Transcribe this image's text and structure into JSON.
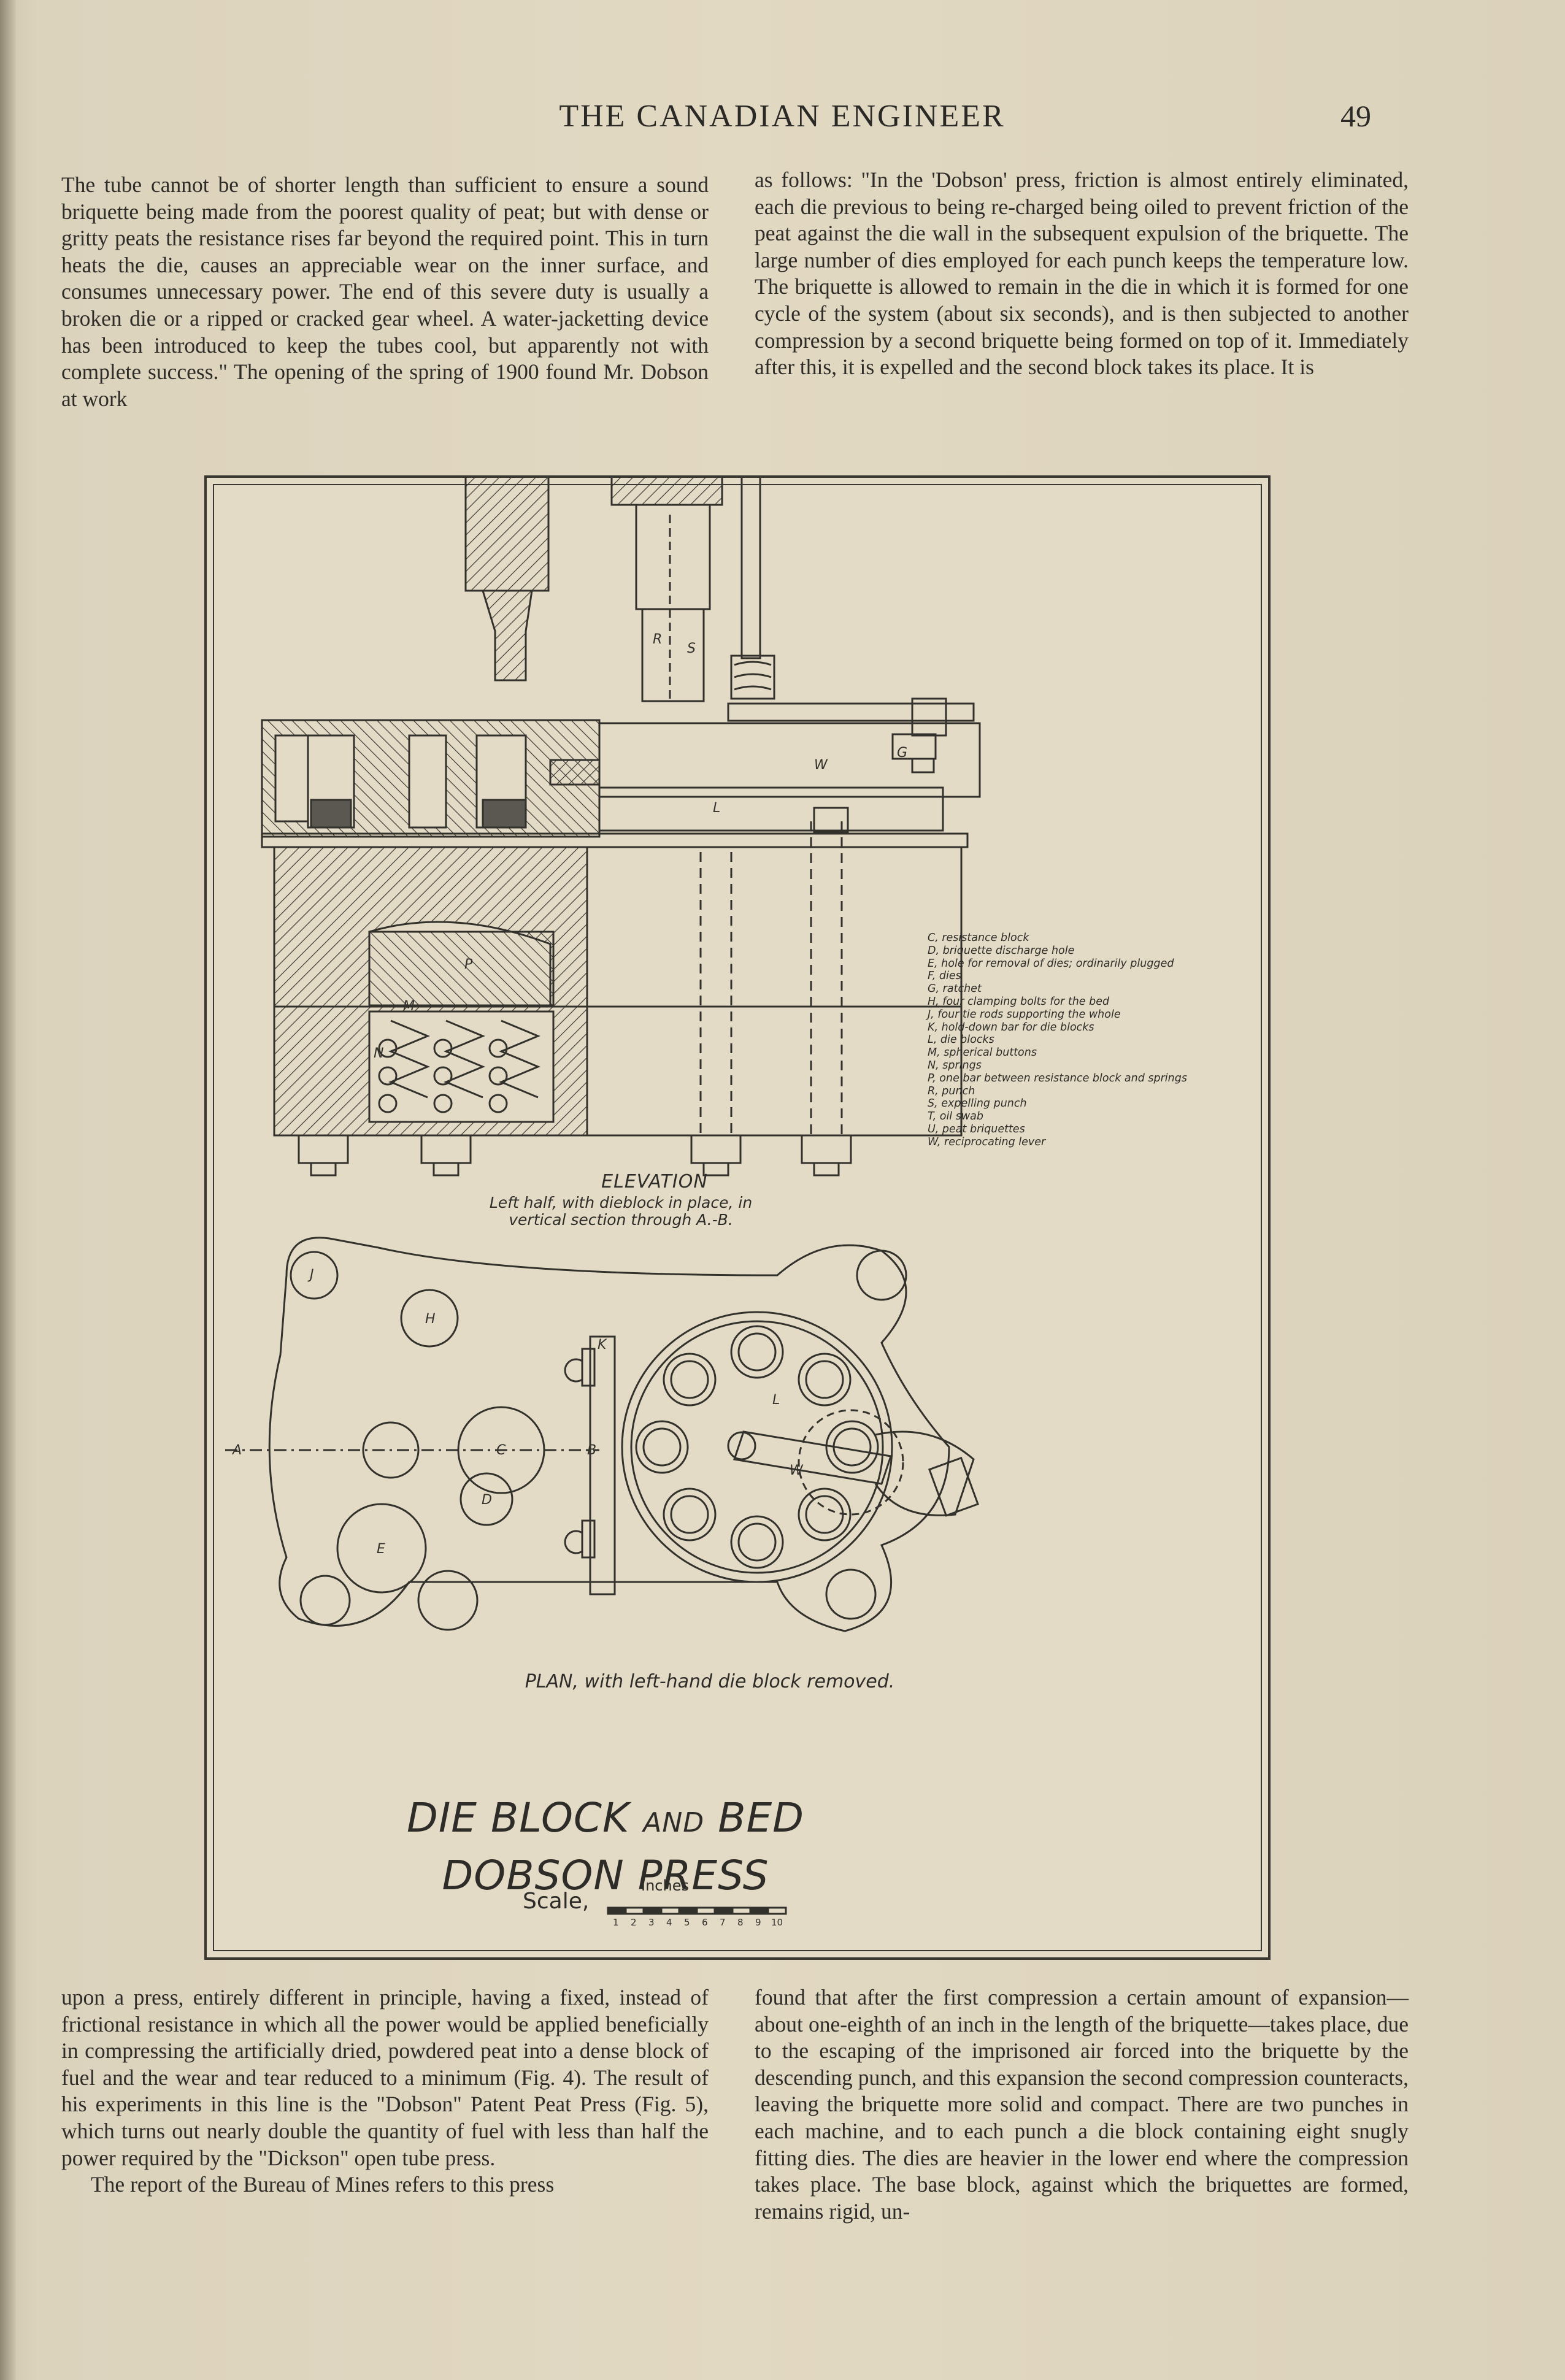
{
  "header": {
    "title": "THE CANADIAN ENGINEER",
    "page_number": "49"
  },
  "top_left_column": "The tube cannot be of shorter length than sufficient to ensure a sound briquette being made from the poorest quality of peat; but with dense or gritty peats the resistance rises far beyond the required point. This in turn heats the die, causes an appreciable wear on the inner surface, and consumes unnecessary power. The end of this severe duty is usually a broken die or a ripped or cracked gear wheel. A water-jacketting device has been introduced to keep the tubes cool, but apparently not with complete success.\" The opening of the spring of 1900 found Mr. Dobson at work",
  "top_right_column": "as follows: \"In the 'Dobson' press, friction is almost entirely eliminated, each die previous to being re-charged being oiled to prevent friction of the peat against the die wall in the subsequent expulsion of the briquette. The large number of dies employed for each punch keeps the temperature low. The briquette is allowed to remain in the die in which it is formed for one cycle of the system (about six seconds), and is then subjected to another compression by a second briquette being formed on top of it. Immediately after this, it is expelled and the second block takes its place. It is",
  "figure": {
    "elevation_caption": "ELEVATION",
    "elevation_subcaption_1": "Left half, with dieblock in place, in",
    "elevation_subcaption_2": "vertical section through A.-B.",
    "plan_caption": "PLAN, with left-hand die block removed.",
    "title_line1_a": "DIE BLOCK",
    "title_line1_b": "AND",
    "title_line1_c": "BED",
    "title_line2": "DOBSON PRESS",
    "scale_label": "Scale,",
    "scale_unit": "Inches",
    "scale_ticks": [
      "1",
      "2",
      "3",
      "4",
      "5",
      "6",
      "7",
      "8",
      "9",
      "10"
    ],
    "legend": [
      "C, resistance block",
      "D, briquette discharge hole",
      "E, hole for removal of dies; ordinarily plugged",
      "F, dies",
      "G, ratchet",
      "H, four clamping bolts for the bed",
      "J, four tie rods supporting the whole",
      "K, hold-down bar for die blocks",
      "L, die blocks",
      "M, spherical buttons",
      "N, springs",
      "P, one bar between resistance block and springs",
      "R, punch",
      "S, expelling punch",
      "T, oil swab",
      "U, peat briquettes",
      "W, reciprocating lever"
    ],
    "labels": {
      "A": "A",
      "B": "B",
      "C": "C",
      "D": "D",
      "E": "E",
      "H": "H",
      "J": "J",
      "K": "K",
      "L": "L",
      "W": "W",
      "G": "G",
      "R": "R",
      "S": "S",
      "N": "N",
      "P": "P",
      "M": "M"
    }
  },
  "bottom_left_column_p1": "upon a press, entirely different in principle, having a fixed, instead of frictional resistance in which all the power would be applied beneficially in compressing the artificially dried, powdered peat into a dense block of fuel and the wear and tear reduced to a minimum (Fig. 4). The result of his experiments in this line is the \"Dobson\" Patent Peat Press (Fig. 5), which turns out nearly double the quantity of fuel with less than half the power required by the \"Dickson\" open tube press.",
  "bottom_left_column_p2": "The report of the Bureau of Mines refers to this press",
  "bottom_right_column": "found that after the first compression a certain amount of expansion—about one-eighth of an inch in the length of the briquette—takes place, due to the escaping of the imprisoned air forced into the briquette by the descending punch, and this expansion the second compression counteracts, leaving the briquette more solid and compact. There are two punches in each machine, and to each punch a die block containing eight snugly fitting dies. The dies are heavier in the lower end where the compression takes place. The base block, against which the briquettes are formed, remains rigid, un-"
}
